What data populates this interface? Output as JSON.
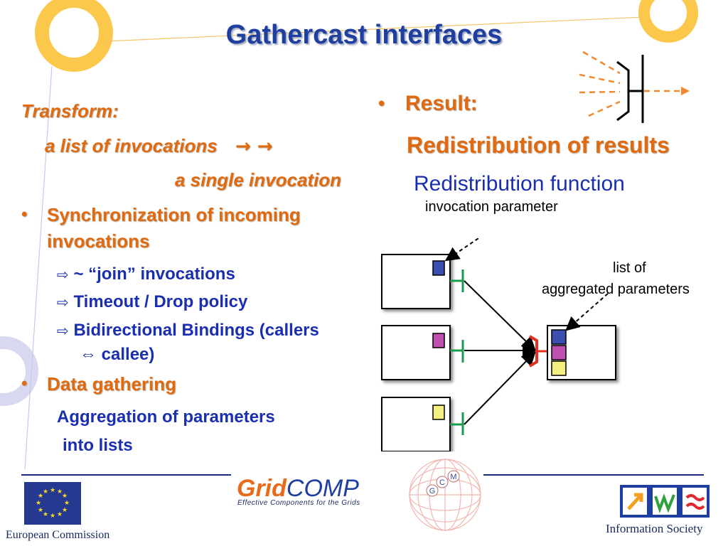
{
  "title": "Gathercast interfaces",
  "left": {
    "transform_label": "Transform:",
    "transform_line1": "a list of invocations",
    "transform_arrows": "→ →",
    "transform_line2": "a single invocation",
    "bullet1_line1": "Synchronization of incoming",
    "bullet1_line2": "invocations",
    "sub_items": [
      "~ “join” invocations",
      "Timeout / Drop policy",
      "Bidirectional Bindings (callers"
    ],
    "sub_item3_cont": "⇔ callee)",
    "sub_arrow": "⇨",
    "bullet2": "Data gathering",
    "aggregation_line1": "Aggregation of parameters",
    "aggregation_line2": "into lists"
  },
  "right": {
    "result_label": "Result:",
    "redistribution": "Redistribution of results",
    "redistribution_function": "Redistribution function",
    "invocation_parameter": "invocation parameter",
    "list_of": "list of",
    "aggregated_parameters": "aggregated parameters"
  },
  "footer": {
    "eu_label": "European Commission",
    "gridcomp_grid": "Grid",
    "gridcomp_comp": "COMP",
    "gridcomp_tagline": "Effective Components for the Grids",
    "gcm_g": "G",
    "gcm_c": "C",
    "gcm_m": "M",
    "info_society": "Information Society"
  },
  "colors": {
    "title": "#1f3fa0",
    "orange": "#e06a10",
    "ring": "#fbc84c",
    "lilac_ring": "#d8d8f0",
    "blue_param": "#3a4fb0",
    "magenta_param": "#c050b0",
    "yellow_param": "#f4f080",
    "green_port": "#1e9a50",
    "red_port": "#e03020"
  }
}
